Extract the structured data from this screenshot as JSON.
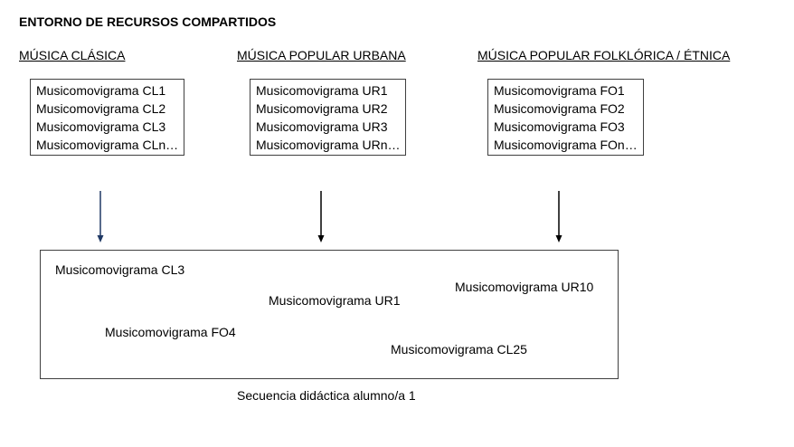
{
  "title": "ENTORNO DE RECURSOS COMPARTIDOS",
  "categories": [
    {
      "name": "MÚSICA CLÁSICA",
      "items": [
        "Musicomovigrama CL1",
        "Musicomovigrama CL2",
        "Musicomovigrama CL3",
        "Musicomovigrama CLn…"
      ]
    },
    {
      "name": "MÚSICA POPULAR URBANA",
      "items": [
        "Musicomovigrama UR1",
        "Musicomovigrama UR2",
        "Musicomovigrama UR3",
        "Musicomovigrama URn…"
      ]
    },
    {
      "name": "MÚSICA POPULAR FOLKLÓRICA / ÉTNICA",
      "items": [
        "Musicomovigrama FO1",
        "Musicomovigrama FO2",
        "Musicomovigrama FO3",
        "Musicomovigrama FOn…"
      ]
    }
  ],
  "sequence": {
    "items": [
      "Musicomovigrama CL3",
      "Musicomovigrama UR1",
      "Musicomovigrama UR10",
      "Musicomovigrama FO4",
      "Musicomovigrama CL25"
    ],
    "caption": "Secuencia didáctica alumno/a 1"
  },
  "colors": {
    "arrow_first": "#1f3864",
    "arrow": "#000000"
  }
}
